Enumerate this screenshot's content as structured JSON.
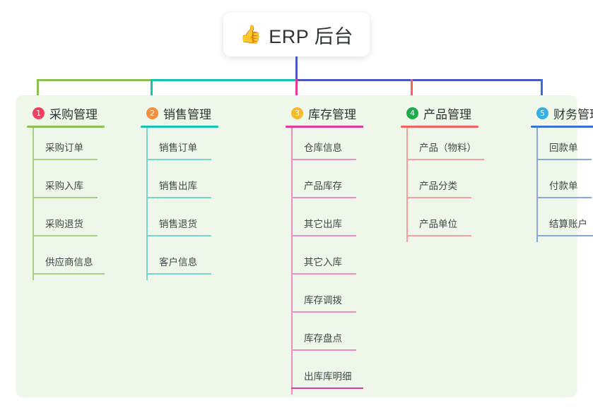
{
  "diagram": {
    "type": "mindmap-tree",
    "root": {
      "icon": "thumbs-up-icon",
      "emoji": "👍",
      "label": "ERP 后台"
    },
    "panel_background": "#eef7e9",
    "branches": [
      {
        "index": "1",
        "label": "采购管理",
        "badge_color": "#ef4060",
        "line_color": "#8cc152",
        "item_line_color": "#a8cf86",
        "items": [
          "采购订单",
          "采购入库",
          "采购退货",
          "供应商信息"
        ]
      },
      {
        "index": "2",
        "label": "销售管理",
        "badge_color": "#f5913e",
        "line_color": "#14c4b0",
        "item_line_color": "#77d6cb",
        "items": [
          "销售订单",
          "销售出库",
          "销售退货",
          "客户信息"
        ]
      },
      {
        "index": "3",
        "label": "库存管理",
        "badge_color": "#f7ba2a",
        "line_color": "#e5399a",
        "item_line_color": "#eb8ec0",
        "items": [
          "仓库信息",
          "产品库存",
          "其它出库",
          "其它入库",
          "库存调拨",
          "库存盘点",
          "出库库明细"
        ]
      },
      {
        "index": "4",
        "label": "产品管理",
        "badge_color": "#1fab4b",
        "line_color": "#f4605e",
        "item_line_color": "#f5a09e",
        "items": [
          "产品（物料）",
          "产品分类",
          "产品单位"
        ]
      },
      {
        "index": "5",
        "label": "财务管理",
        "badge_color": "#37aee2",
        "line_color": "#3a6fd8",
        "item_line_color": "#8ba7e0",
        "items": [
          "回款单",
          "付款单",
          "结算账户"
        ]
      }
    ],
    "trunk": {
      "stem_color": "#4a56c4",
      "bus_segments": [
        {
          "color": "#8cc152"
        },
        {
          "color": "#14c4b0"
        },
        {
          "color": "#4a56c4"
        }
      ]
    }
  }
}
